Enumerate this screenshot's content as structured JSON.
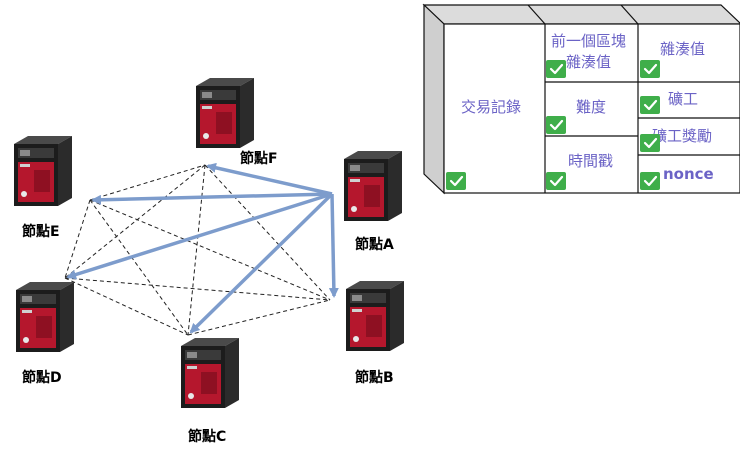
{
  "network": {
    "nodes": [
      {
        "id": "A",
        "label": "節點A"
      },
      {
        "id": "B",
        "label": "節點B"
      },
      {
        "id": "C",
        "label": "節點C"
      },
      {
        "id": "D",
        "label": "節點D"
      },
      {
        "id": "E",
        "label": "節點E"
      },
      {
        "id": "F",
        "label": "節點F"
      }
    ],
    "broadcast_from": "A",
    "broadcast_to": [
      "F",
      "E",
      "D",
      "C",
      "B"
    ]
  },
  "block": {
    "transactions": "交易記錄",
    "prev_hash_line1": "前一個區塊",
    "prev_hash_line2": "雜湊值",
    "difficulty": "難度",
    "timestamp": "時間戳",
    "hash": "雜湊值",
    "miner": "礦工",
    "reward": "礦工獎勵",
    "nonce": "nonce"
  },
  "colors": {
    "arrow": "#7d9ccc",
    "check_bg": "#3fae4a",
    "block_text": "#6b63c6",
    "server_body": "#1c1c1c",
    "server_red": "#b5172d"
  }
}
